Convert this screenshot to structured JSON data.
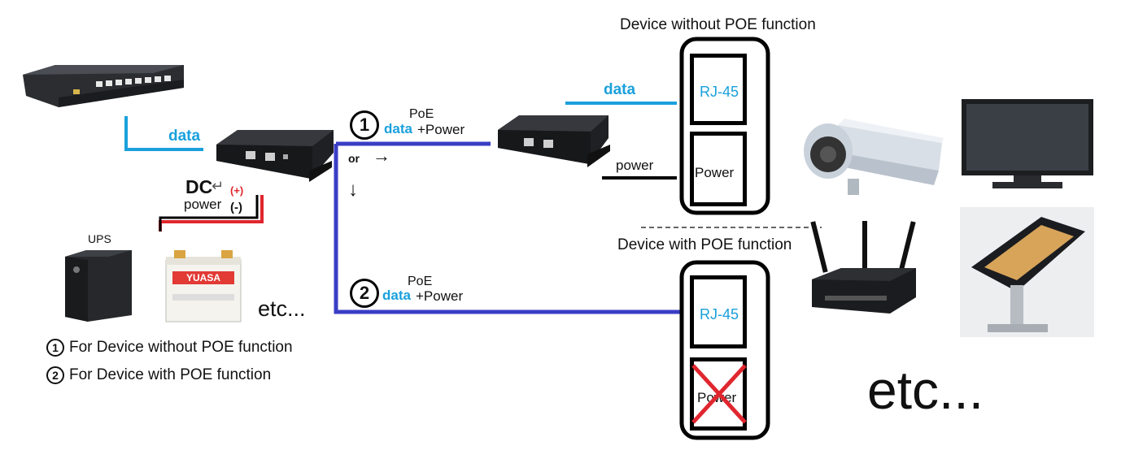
{
  "colors": {
    "data": "#1aa0dc",
    "poe_line": "#3a3dc4",
    "power_plus": "#e0262e",
    "black": "#000000",
    "cross": "#e0262e"
  },
  "titles": {
    "device_without_poe": "Device without POE function",
    "device_with_poe": "Device with POE function"
  },
  "labels": {
    "data_left": "data",
    "data_right": "data",
    "power_right": "power",
    "dc": "DC",
    "dc_return_glyph": "↵",
    "power_left": "power",
    "plus": "(+)",
    "minus": "(-)",
    "ups": "UPS",
    "battery_brand": "YUASA",
    "etc_small": "etc...",
    "etc_big": "etc...",
    "or": "or",
    "arrow_right": "→",
    "arrow_down": "↓"
  },
  "poe_labels": [
    {
      "num": "1",
      "poe": "PoE",
      "data": "data",
      "power": "+Power"
    },
    {
      "num": "2",
      "poe": "PoE",
      "data": "data",
      "power": "+Power"
    }
  ],
  "ports": {
    "without": {
      "rj45": "RJ-45",
      "power": "Power"
    },
    "with": {
      "rj45": "RJ-45",
      "power": "Power"
    }
  },
  "legend": [
    {
      "num": "1",
      "text": "For Device without POE function"
    },
    {
      "num": "2",
      "text": "For Device with POE function"
    }
  ],
  "icons": {
    "switch": "network-switch-icon",
    "injector": "poe-injector-icon",
    "splitter": "poe-splitter-icon",
    "ups": "ups-icon",
    "battery": "car-battery-icon",
    "camera": "security-camera-icon",
    "monitor": "tv-monitor-icon",
    "router": "wireless-router-icon",
    "kiosk": "kiosk-terminal-icon"
  }
}
